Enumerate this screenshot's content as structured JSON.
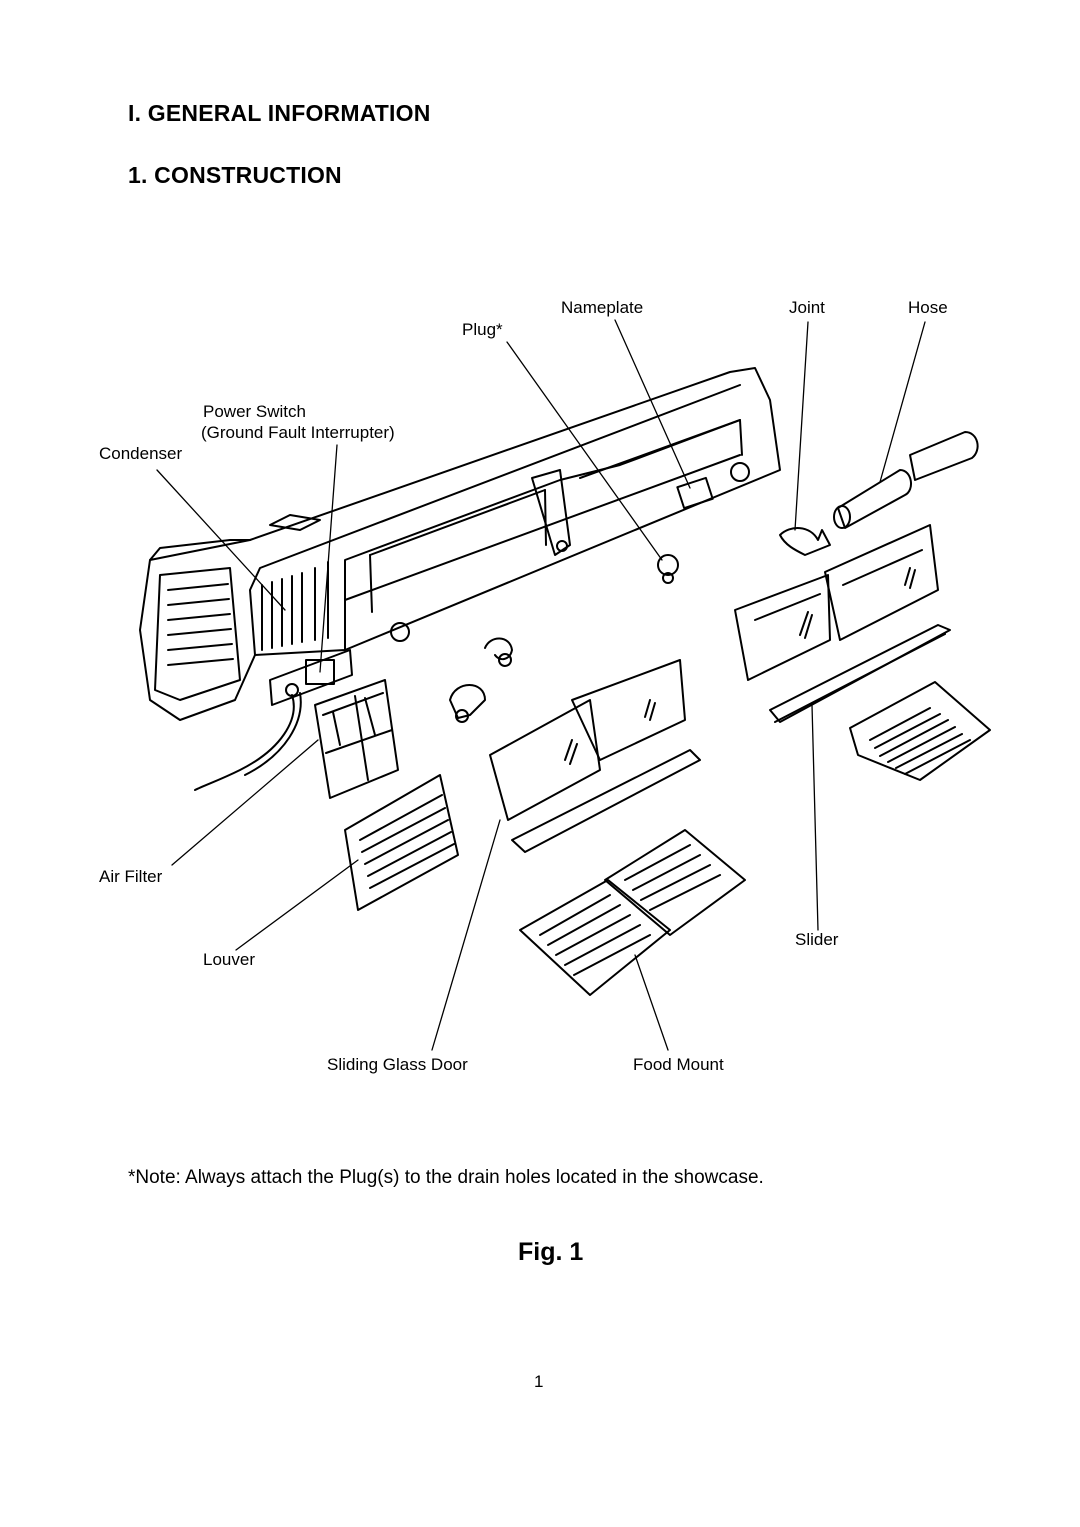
{
  "section_heading": "I. GENERAL INFORMATION",
  "subsection_heading": "1. CONSTRUCTION",
  "figure": {
    "labels": {
      "nameplate": "Nameplate",
      "joint": "Joint",
      "hose": "Hose",
      "plug": "Plug*",
      "power_switch": "Power Switch",
      "ground_fault": "(Ground Fault Interrupter)",
      "condenser": "Condenser",
      "air_filter": "Air Filter",
      "louver": "Louver",
      "slider": "Slider",
      "sliding_glass_door": "Sliding Glass Door",
      "food_mount": "Food Mount"
    },
    "caption": "Fig. 1"
  },
  "note": "*Note: Always attach the Plug(s) to the drain holes located in the showcase.",
  "page_number": "1"
}
